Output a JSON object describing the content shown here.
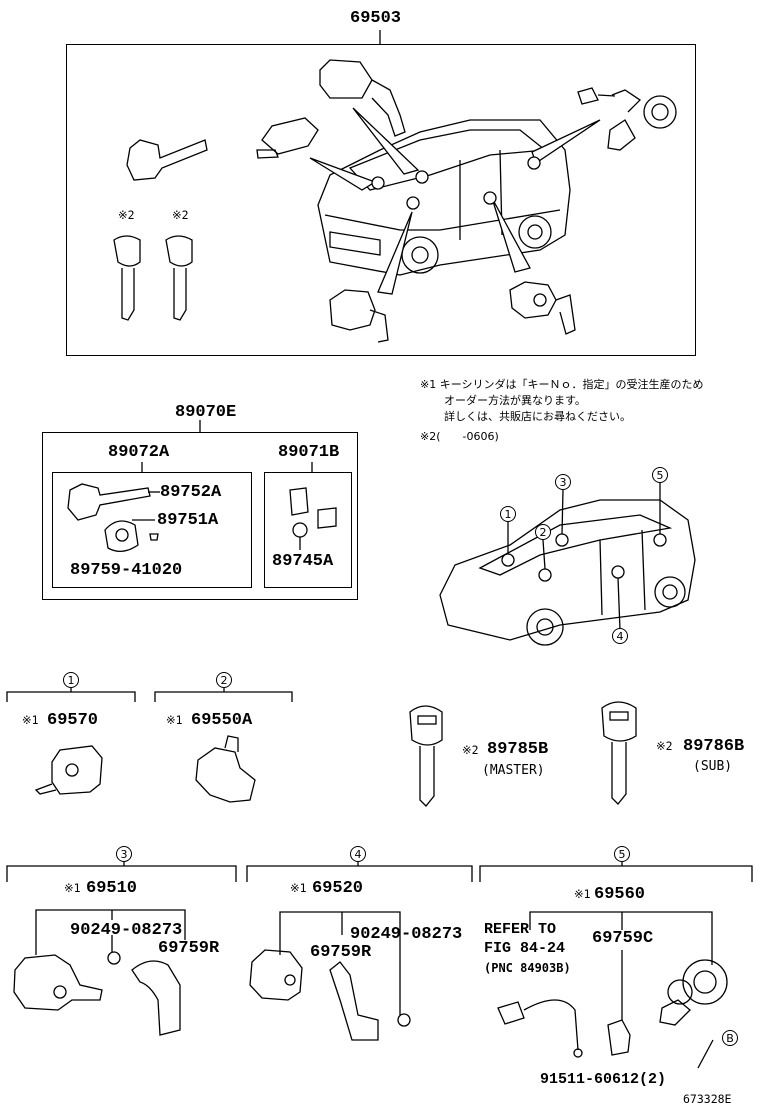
{
  "parts": {
    "kit_main": "69503",
    "key_set": "89070E",
    "key_assy": "89072A",
    "transmitter": "89071B",
    "key_blank": "89752A",
    "key_plate": "89751A",
    "screw": "89759-41020",
    "battery": "89745A",
    "cyl_1": "69570",
    "cyl_2": "69550A",
    "cyl_3": "69510",
    "cyl_4": "69520",
    "cyl_5": "69560",
    "key_master": "89785B",
    "key_sub": "89786B",
    "bolt_3": "90249-08273",
    "bolt_4": "90249-08273",
    "rod_3": "69759R",
    "rod_4": "69759R",
    "rod_5": "69759C",
    "bolt_5": "91511-60612(2)"
  },
  "labels": {
    "master": "(MASTER)",
    "sub": "(SUB)",
    "refer_1": "REFER TO",
    "refer_2": "FIG 84-24",
    "refer_3": "(PNC 84903B)",
    "mark_1": "※1",
    "mark_2": "※2",
    "callout_b": "B",
    "fig_id": "673328E"
  },
  "notes": {
    "n1_line1": "※1 キーシリンダは「キーＮｏ．指定」の受注生産のため",
    "n1_line2": "オーダー方法が異なります。",
    "n1_line3": "詳しくは、共販店にお尋ねください。",
    "n2": "※2(　　-0606)"
  },
  "callouts": [
    "1",
    "2",
    "3",
    "4",
    "5"
  ]
}
